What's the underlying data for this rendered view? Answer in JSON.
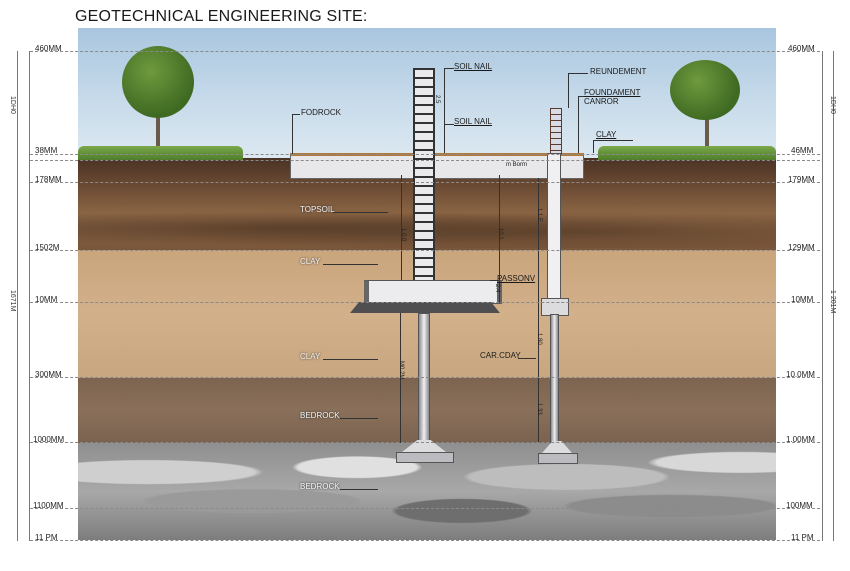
{
  "title": "GEOTECHNICAL ENGINEERING SITE:",
  "layers": [
    {
      "name": "sky",
      "color": "#b9d2e6"
    },
    {
      "name": "topsoil",
      "color": "#6b4a33"
    },
    {
      "name": "clay",
      "color": "#d2b08a"
    },
    {
      "name": "clay-lower",
      "color": "#8a705a"
    },
    {
      "name": "bedrock",
      "color": "#9a9a9a"
    }
  ],
  "left_scale": {
    "ticks": [
      "460MM",
      "38MM",
      "178MM",
      "1502M",
      "10MM",
      "300MM",
      "1000MM",
      "1100MM",
      "11 PM"
    ],
    "span_labels": [
      "1DH0",
      "1671M"
    ]
  },
  "right_scale": {
    "ticks": [
      "460MM",
      "46MM",
      "179MM",
      "129MM",
      "10MM",
      "10.0MM",
      "1.00MM",
      "100MM",
      "11 PM"
    ],
    "span_labels": [
      "1DH0",
      "1 201M"
    ]
  },
  "callouts": {
    "fodrock": "FODROCK",
    "soil_nail_top": "SOIL NAIL",
    "soil_nail_mid": "SOIL NAIL",
    "reundement": "REUNDEMENT",
    "foundament_1": "FOUNDAMENT",
    "foundament_2": "CANROR",
    "clay_top": "CLAY",
    "topsoil": "TOPSOIL",
    "clay_mid": "CLAY",
    "passonv": "PASSONV",
    "clay_lower": "CLAY",
    "carcday": "CAR.CDAY",
    "bedrock_upper": "BEDROCK",
    "bedrock_lower": "BEDROCK"
  },
  "dimensions": {
    "slab_note": "m Borm",
    "nail_gap": "2.5",
    "d1": "1.0.0",
    "d2": "10.1",
    "d3": "1.1.E",
    "d4": "2.4",
    "d5": "1.80",
    "d6": "1.33",
    "d7": "M0.2M"
  }
}
